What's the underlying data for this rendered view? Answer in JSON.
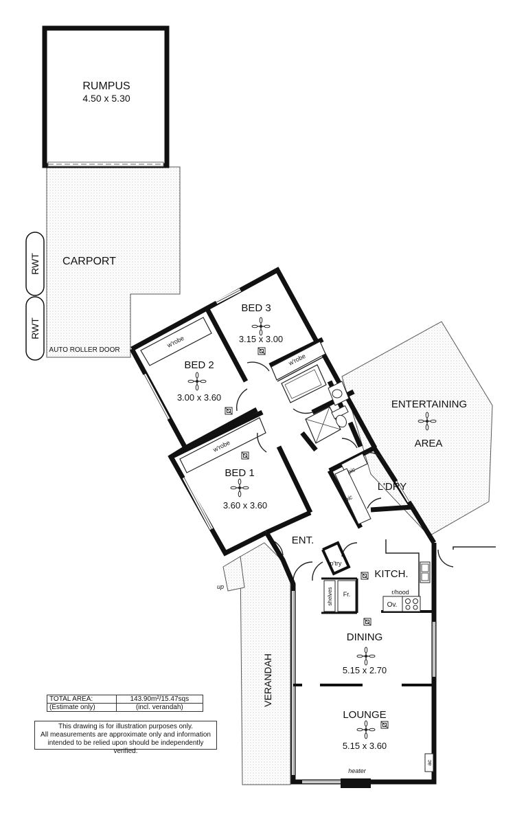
{
  "rooms": {
    "rumpus": {
      "name": "RUMPUS",
      "dims": "4.50 x 5.30"
    },
    "carport": {
      "name": "CARPORT",
      "door": "AUTO ROLLER DOOR"
    },
    "rwt_top": "RWT",
    "rwt_bottom": "RWT",
    "bed1": {
      "name": "BED 1",
      "dims": "3.60 x 3.60",
      "robe": "w'robe"
    },
    "bed2": {
      "name": "BED 2",
      "dims": "3.00 x 3.60",
      "robe": "w'robe"
    },
    "bed3": {
      "name": "BED 3",
      "dims": "3.15 x 3.00",
      "robe": "w'robe"
    },
    "entertaining": {
      "line1": "ENTERTAINING",
      "line2": "AREA"
    },
    "laundry": {
      "name": "L'DRY",
      "bic_top": "bic",
      "bic_side": "bic"
    },
    "entry": "ENT.",
    "pantry": "p'try",
    "kitchen": {
      "name": "KITCH.",
      "rhood": "r/hood",
      "oven": "Ov.",
      "fridge": "Fr.",
      "shelves": "shelves"
    },
    "dining": {
      "name": "DINING",
      "dims": "5.15 x 2.70"
    },
    "lounge": {
      "name": "LOUNGE",
      "dims": "5.15 x 3.60",
      "heater": "heater",
      "ac": "ac"
    },
    "verandah": "VERANDAH",
    "up": "up"
  },
  "info": {
    "total_area_label": "TOTAL AREA:",
    "total_area_value": "143.90m²/15.47sqs",
    "estimate_label": "(Estimate only)",
    "estimate_value": "(incl. verandah)",
    "disclaimer_1": "This drawing is for illustration purposes only.",
    "disclaimer_2": "All measurements are approximate only and information",
    "disclaimer_3": "intended to be relied upon should be independently verified."
  },
  "colors": {
    "wall": "#111111",
    "hatch": "#bbbbbb",
    "background": "#ffffff"
  },
  "icons": [
    "ceiling-fan-icon",
    "light-fitting-icon",
    "bathtub-icon",
    "toilet-icon",
    "basin-icon",
    "shower-icon",
    "cooktop-icon",
    "sink-icon"
  ]
}
